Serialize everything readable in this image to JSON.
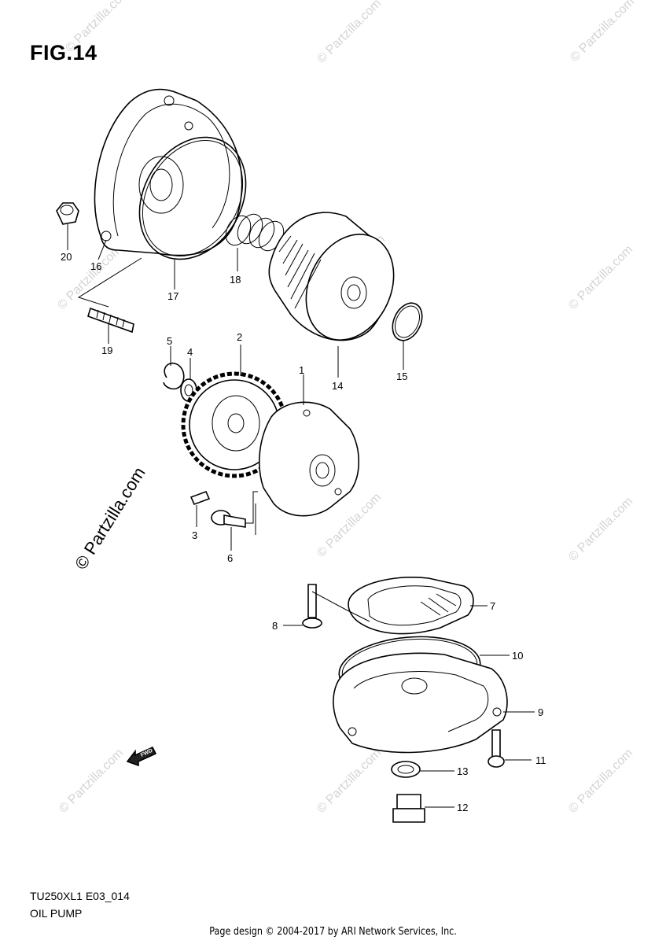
{
  "figure": {
    "title": "FIG.14",
    "model_code": "TU250XL1 E03_014",
    "caption": "OIL PUMP",
    "footer": "Page design © 2004-2017 by ARI Network Services, Inc.",
    "watermark_text": "© Partzilla.com",
    "watermark_big": "© Partzilla.com",
    "fwd_label": "FWD"
  },
  "callouts": {
    "p1": "1",
    "p2": "2",
    "p3": "3",
    "p4": "4",
    "p5": "5",
    "p6": "6",
    "p7": "7",
    "p8": "8",
    "p9": "9",
    "p10": "10",
    "p11": "11",
    "p12": "12",
    "p13": "13",
    "p14": "14",
    "p15": "15",
    "p16": "16",
    "p17": "17",
    "p18": "18",
    "p19": "19",
    "p20": "20"
  }
}
